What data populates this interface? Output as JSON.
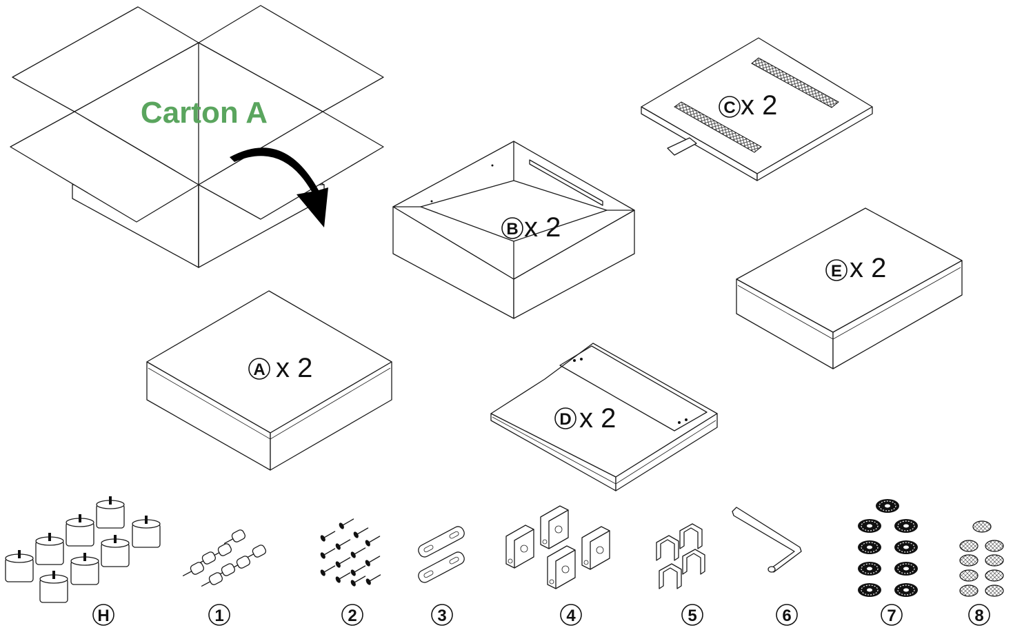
{
  "carton": {
    "title": "Carton A",
    "title_color": "#5aa55e"
  },
  "parts": [
    {
      "id": "A",
      "qty": "x 2"
    },
    {
      "id": "B",
      "qty": "x 2"
    },
    {
      "id": "C",
      "qty": "x 2"
    },
    {
      "id": "D",
      "qty": "x 2"
    },
    {
      "id": "E",
      "qty": "x 2"
    }
  ],
  "hardware": [
    {
      "id": "H",
      "icon": "foot-icon"
    },
    {
      "id": "1",
      "icon": "connector-bolt-icon"
    },
    {
      "id": "2",
      "icon": "screw-icon"
    },
    {
      "id": "3",
      "icon": "flat-plate-icon"
    },
    {
      "id": "4",
      "icon": "bracket-icon"
    },
    {
      "id": "5",
      "icon": "clip-icon"
    },
    {
      "id": "6",
      "icon": "allen-key-icon"
    },
    {
      "id": "7",
      "icon": "washer-icon"
    },
    {
      "id": "8",
      "icon": "felt-pad-icon"
    }
  ]
}
